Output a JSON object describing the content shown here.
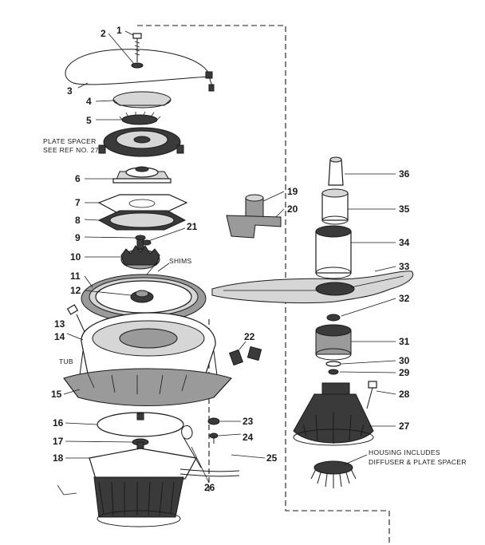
{
  "callouts": [
    {
      "id": "n1",
      "text": "1"
    },
    {
      "id": "n2",
      "text": "2"
    },
    {
      "id": "n3",
      "text": "3"
    },
    {
      "id": "n4",
      "text": "4"
    },
    {
      "id": "n5",
      "text": "5"
    },
    {
      "id": "n6",
      "text": "6"
    },
    {
      "id": "n7",
      "text": "7"
    },
    {
      "id": "n8",
      "text": "8"
    },
    {
      "id": "n9",
      "text": "9"
    },
    {
      "id": "n10",
      "text": "10"
    },
    {
      "id": "n11",
      "text": "11"
    },
    {
      "id": "n12",
      "text": "12"
    },
    {
      "id": "n13",
      "text": "13"
    },
    {
      "id": "n14",
      "text": "14"
    },
    {
      "id": "n15",
      "text": "15"
    },
    {
      "id": "n16",
      "text": "16"
    },
    {
      "id": "n17",
      "text": "17"
    },
    {
      "id": "n18",
      "text": "18"
    },
    {
      "id": "n19",
      "text": "19"
    },
    {
      "id": "n20",
      "text": "20"
    },
    {
      "id": "n21",
      "text": "21"
    },
    {
      "id": "n22",
      "text": "22"
    },
    {
      "id": "n23",
      "text": "23"
    },
    {
      "id": "n24",
      "text": "24"
    },
    {
      "id": "n25",
      "text": "25"
    },
    {
      "id": "n26",
      "text": "26"
    },
    {
      "id": "n27",
      "text": "27"
    },
    {
      "id": "n28",
      "text": "28"
    },
    {
      "id": "n29",
      "text": "29"
    },
    {
      "id": "n30",
      "text": "30"
    },
    {
      "id": "n31",
      "text": "31"
    },
    {
      "id": "n32",
      "text": "32"
    },
    {
      "id": "n33",
      "text": "33"
    },
    {
      "id": "n34",
      "text": "34"
    },
    {
      "id": "n35",
      "text": "35"
    },
    {
      "id": "n36",
      "text": "36"
    }
  ],
  "notes": {
    "plate_spacer_line1": "PLATE SPACER",
    "plate_spacer_line2": "SEE REF NO. 27",
    "shims": "SHIMS",
    "tub": "TUB",
    "housing_line1": "HOUSING INCLUDES",
    "housing_line2": "DIFFUSER & PLATE SPACER"
  }
}
